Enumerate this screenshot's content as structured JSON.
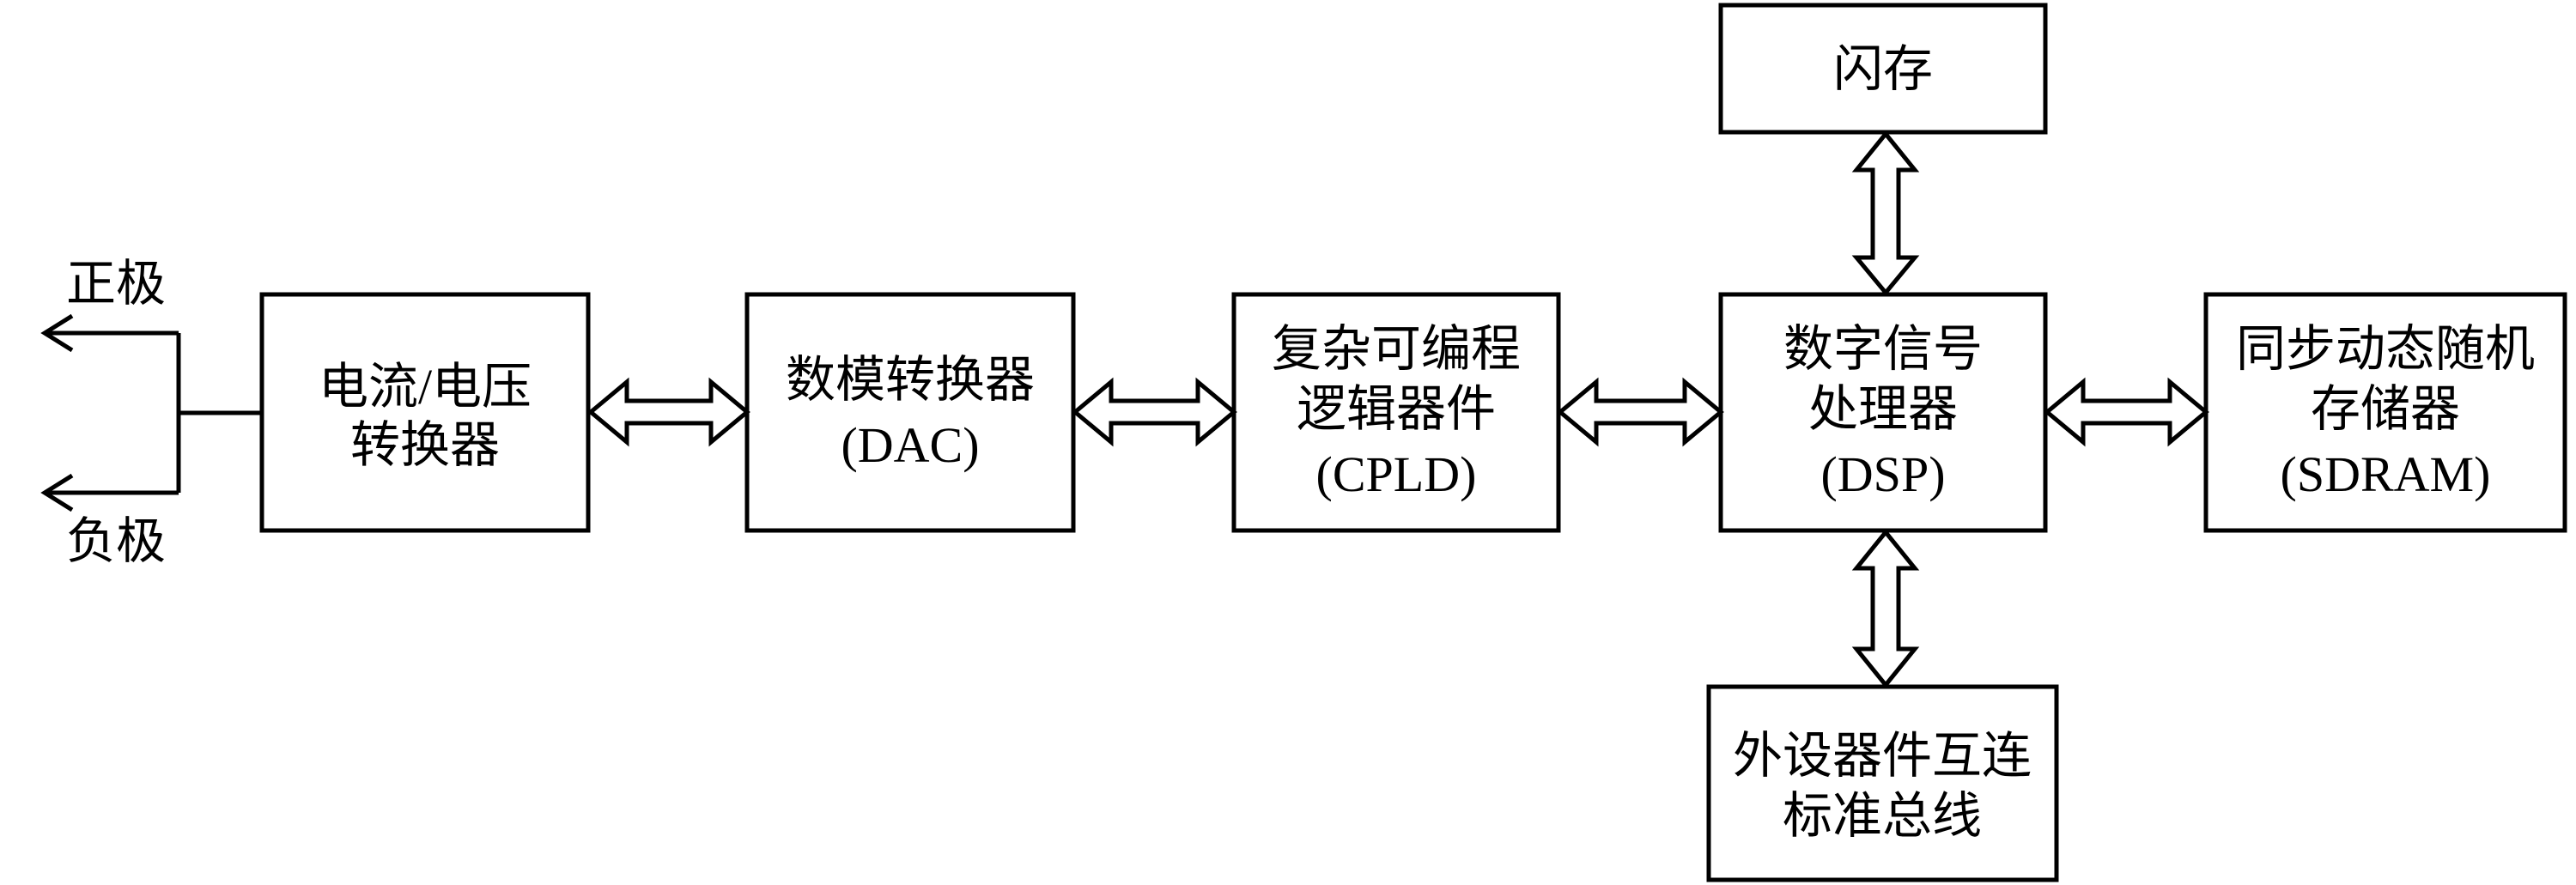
{
  "terminals": {
    "positive": "正极",
    "negative": "负极"
  },
  "blocks": {
    "iv_converter": [
      "电流/电压",
      "转换器"
    ],
    "dac": [
      "数模转换器",
      "(DAC)"
    ],
    "cpld": [
      "复杂可编程",
      "逻辑器件",
      "(CPLD)"
    ],
    "dsp": [
      "数字信号",
      "处理器",
      "(DSP)"
    ],
    "sdram": [
      "同步动态随机",
      "存储器",
      "(SDRAM)"
    ],
    "flash": [
      "闪存"
    ],
    "pci_bus": [
      "外设器件互连",
      "标准总线"
    ]
  }
}
